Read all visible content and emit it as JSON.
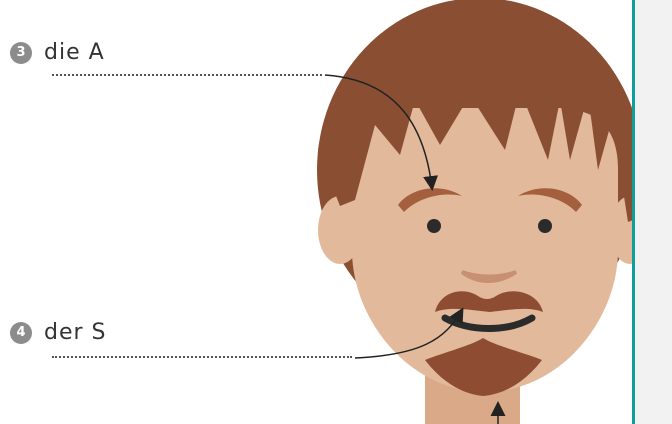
{
  "labels": [
    {
      "number": "3",
      "text": "die A"
    },
    {
      "number": "4",
      "text": "der S"
    }
  ],
  "colors": {
    "hair": "#8a4f33",
    "skin": "#e2b99b",
    "neck": "#d9a988",
    "eyebrow": "#a35f3e",
    "beard": "#8e4d32",
    "nose": "#c79072",
    "mouth": "#2b2b2b",
    "eye": "#2b2b2b",
    "arrow": "#222222",
    "panel_border": "#0e9e9c",
    "badge": "#8c8c8c"
  }
}
